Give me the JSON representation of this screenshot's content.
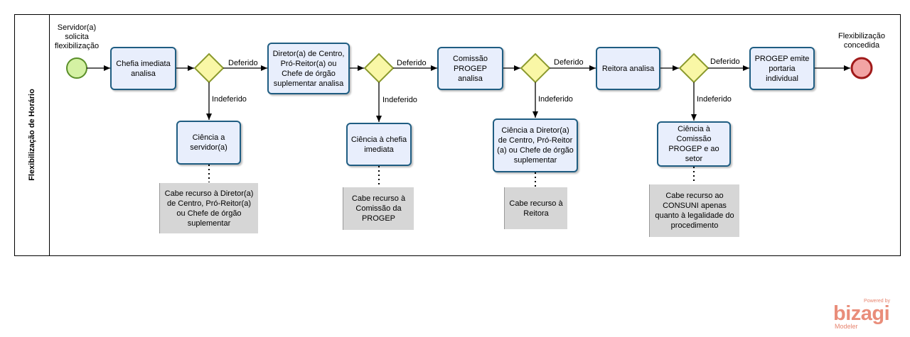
{
  "lane": {
    "label": "Flexibilização de Horário"
  },
  "events": {
    "start": "Servidor(a) solicita flexibilização",
    "end": "Flexibilização concedida"
  },
  "tasks": {
    "chefia_analisa": "Chefia imediata analisa",
    "diretor_analisa": "Diretor(a) de Centro, Pró-Reitor(a) ou Chefe de órgão suplementar analisa",
    "comissao_analisa": "Comissão PROGEP analisa",
    "reitora_analisa": "Reitora analisa",
    "progep_emite": "PROGEP emite portaria individual",
    "ciencia_servidor": "Ciência a servidor(a)",
    "ciencia_chefia": "Ciência à chefia imediata",
    "ciencia_diretor": "Ciência a Diretor(a) de Centro, Pró-Reitor (a) ou Chefe de órgão suplementar",
    "ciencia_comissao": "Ciência  à Comissão PROGEP e ao setor"
  },
  "annotations": {
    "recurso_1": "Cabe recurso à Diretor(a) de Centro, Pró-Reitor(a) ou Chefe de órgão suplementar",
    "recurso_2": "Cabe recurso à Comissão da PROGEP",
    "recurso_3": "Cabe recurso à Reitora",
    "recurso_4": "Cabe recurso ao CONSUNI apenas quanto à legalidade do procedimento"
  },
  "flow_labels": {
    "deferido": "Deferido",
    "indeferido": "Indeferido"
  },
  "logo": {
    "powered": "Powered by",
    "word": "bizagi",
    "product": "Modeler"
  },
  "colors": {
    "task_fill": "#e8eefc",
    "task_border": "#1f5d82",
    "gateway_fill": "#f9f7a6",
    "gateway_border": "#8b9a2e",
    "start_fill": "#d4f1a3",
    "start_border": "#5a8f29",
    "end_fill": "#f2a4a4",
    "end_border": "#a01a1a",
    "annotation_fill": "#d6d6d6",
    "logo": "#e98d7a"
  }
}
